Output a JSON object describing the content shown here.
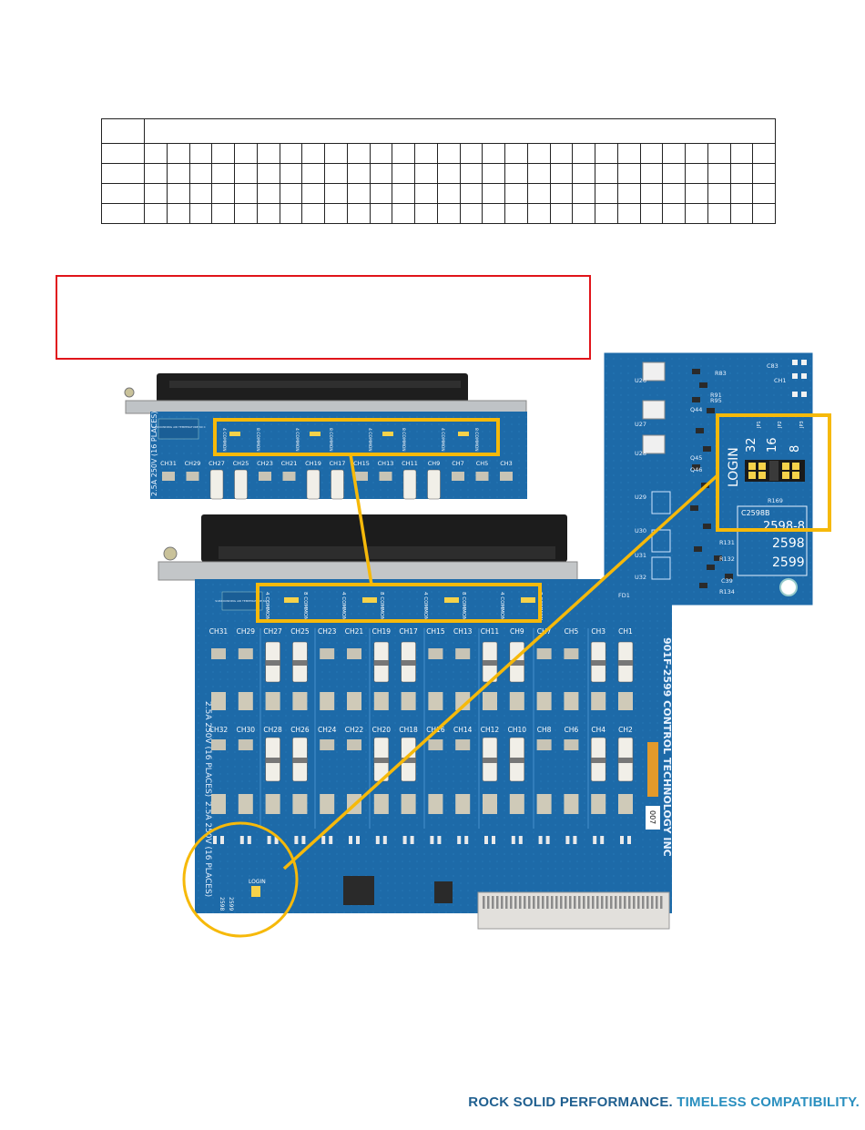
{
  "table": {
    "columns": 28,
    "rows": 4
  },
  "board_left_text": {
    "rating_top": "2.5A 250V (16 PLACES)",
    "rating_bottom": "2.5A 250V (16 PLACES)"
  },
  "board_right_text": {
    "model": "901F-2599 CONTROL TECHNOLOGY INC",
    "code": "007"
  },
  "channels_top_row": [
    "CH31",
    "CH29",
    "CH27",
    "CH25",
    "CH23",
    "CH21",
    "CH19",
    "CH17",
    "CH15",
    "CH13",
    "CH11",
    "CH9",
    "CH7",
    "CH5",
    "CH3",
    "CH1"
  ],
  "channels_bottom_row": [
    "CH32",
    "CH30",
    "CH28",
    "CH26",
    "CH24",
    "CH22",
    "CH20",
    "CH18",
    "CH16",
    "CH14",
    "CH12",
    "CH10",
    "CH8",
    "CH6",
    "CH4",
    "CH2"
  ],
  "small_board_channels": [
    "CH31",
    "CH29",
    "CH27",
    "CH25",
    "CH23",
    "CH21",
    "CH19",
    "CH17",
    "CH15",
    "CH13",
    "CH11",
    "CH9",
    "CH7",
    "CH5",
    "CH3"
  ],
  "common_labels": [
    "4 COMMON",
    "8 COMMON"
  ],
  "temp_label": "SURROUNDING AIR TEMPERATURE 60 C",
  "zoom": {
    "login": "LOGIN",
    "jp1": "32",
    "jp2": "16",
    "jp3": "8",
    "jp_small": [
      "JP1",
      "JP2",
      "JP3"
    ],
    "part_top": "C2598B",
    "part_mid": "2598-8",
    "part_a": "2598",
    "part_b": "2599",
    "component_labels": [
      "C83",
      "R83",
      "R91",
      "R95",
      "U26",
      "U27",
      "U28",
      "U29",
      "U30",
      "U31",
      "U32",
      "Q44",
      "Q45",
      "Q46",
      "R132",
      "R131",
      "R134",
      "R169",
      "C39",
      "FD1",
      "CH1"
    ]
  },
  "tagline": {
    "part1": "ROCK SOLID PERFORMANCE.",
    "part2": "TIMELESS COMPATIBILITY."
  },
  "colors": {
    "pcb": "#1d6aa8",
    "pcb_dark": "#164f80",
    "highlight": "#f6b90a",
    "notice_border": "#e0141a",
    "tagline": "#1f5f8f"
  }
}
